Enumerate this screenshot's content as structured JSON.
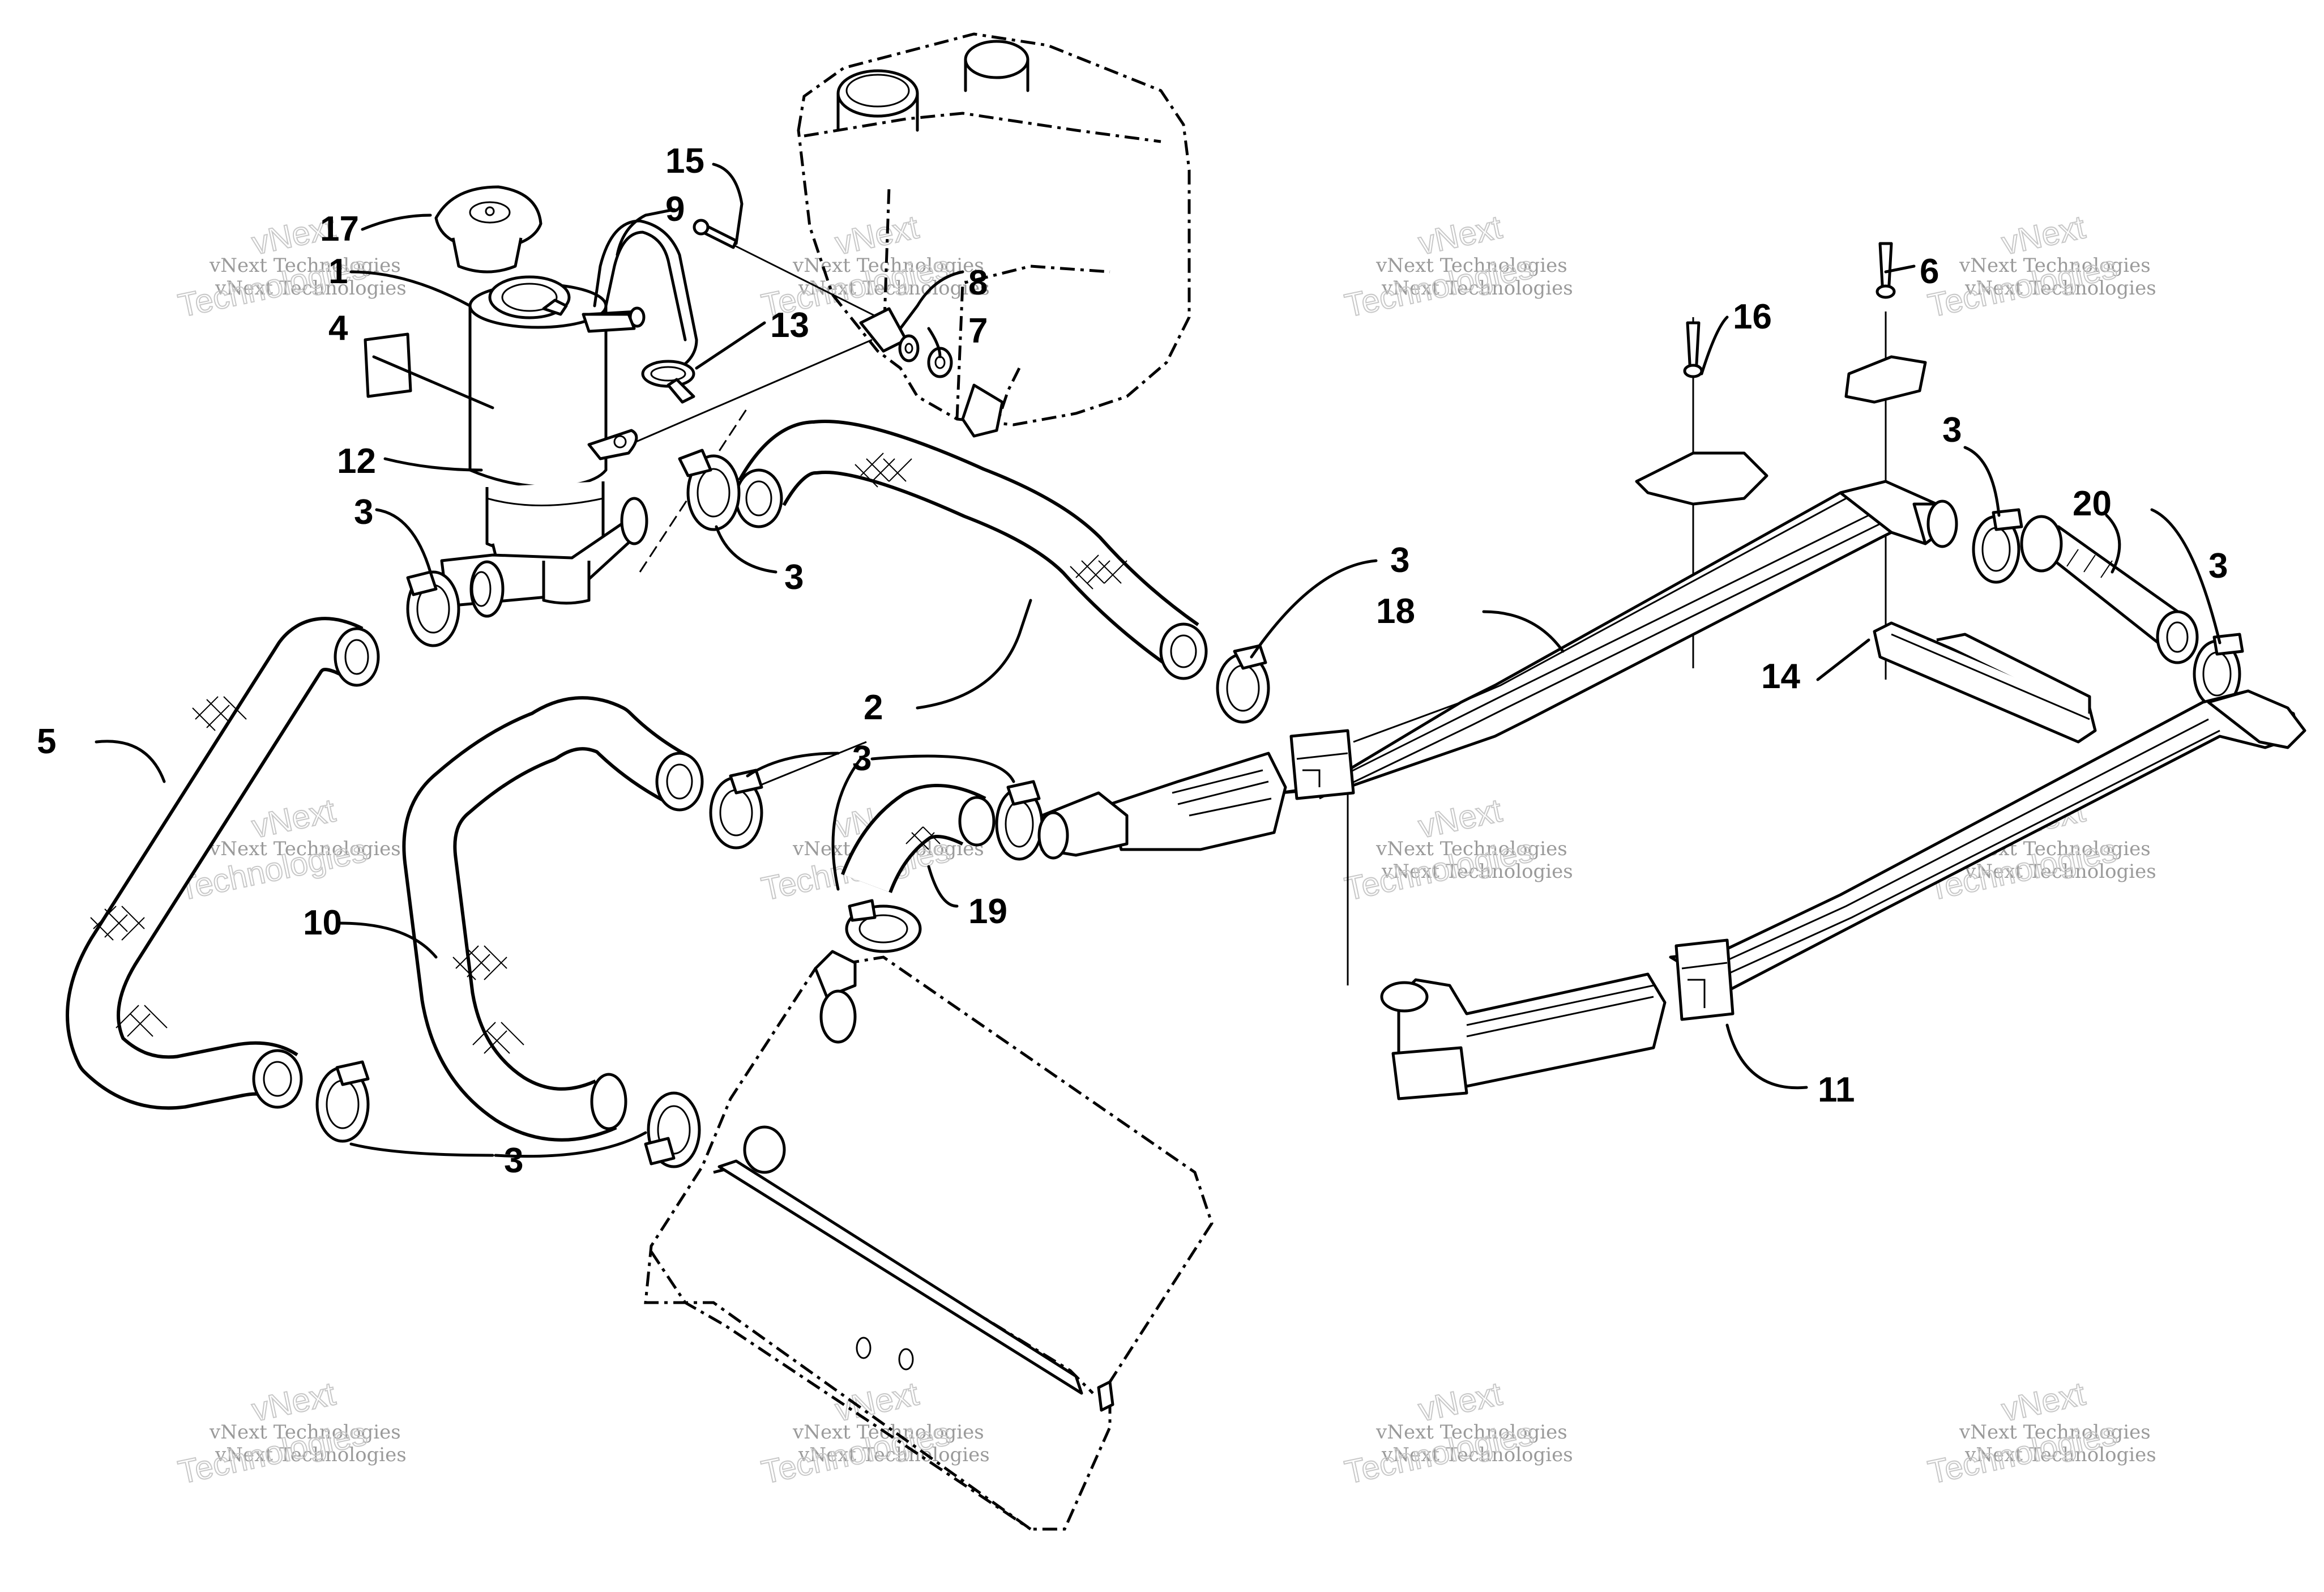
{
  "watermark": {
    "line1": "vNext Technologies",
    "line2": "Technologies",
    "line3": "vNext"
  },
  "labels": [
    {
      "id": "17",
      "text": "17"
    },
    {
      "id": "1",
      "text": "1"
    },
    {
      "id": "4",
      "text": "4"
    },
    {
      "id": "12",
      "text": "12"
    },
    {
      "id": "9",
      "text": "9"
    },
    {
      "id": "15",
      "text": "15"
    },
    {
      "id": "8",
      "text": "8"
    },
    {
      "id": "13",
      "text": "13"
    },
    {
      "id": "7",
      "text": "7"
    },
    {
      "id": "6",
      "text": "6"
    },
    {
      "id": "16",
      "text": "16"
    },
    {
      "id": "3a",
      "text": "3"
    },
    {
      "id": "3b",
      "text": "3"
    },
    {
      "id": "3c",
      "text": "3"
    },
    {
      "id": "3d",
      "text": "3"
    },
    {
      "id": "3e",
      "text": "3"
    },
    {
      "id": "3f",
      "text": "3"
    },
    {
      "id": "3g",
      "text": "3"
    },
    {
      "id": "20",
      "text": "20"
    },
    {
      "id": "18",
      "text": "18"
    },
    {
      "id": "14",
      "text": "14"
    },
    {
      "id": "2",
      "text": "2"
    },
    {
      "id": "5",
      "text": "5"
    },
    {
      "id": "19",
      "text": "19"
    },
    {
      "id": "10",
      "text": "10"
    },
    {
      "id": "11",
      "text": "11"
    }
  ]
}
